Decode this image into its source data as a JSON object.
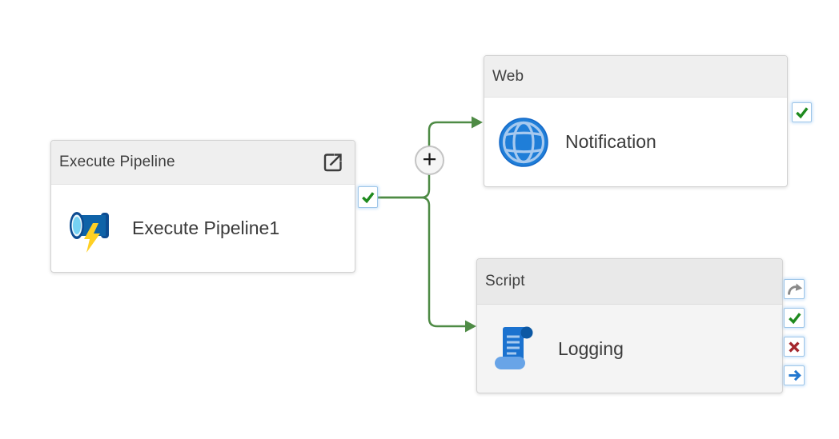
{
  "diagram": {
    "nodes": [
      {
        "type_label": "Execute Pipeline",
        "name": "Execute Pipeline1",
        "icon": "execute-pipeline-icon",
        "header_action_icon": "open-in-new-window-icon",
        "ports": [
          {
            "kind": "success",
            "icon": "check-icon"
          }
        ]
      },
      {
        "type_label": "Web",
        "name": "Notification",
        "icon": "globe-icon",
        "ports": [
          {
            "kind": "success",
            "icon": "check-icon"
          }
        ]
      },
      {
        "type_label": "Script",
        "name": "Logging",
        "icon": "script-scroll-icon",
        "ports": [
          {
            "kind": "skipped",
            "icon": "skip-curved-arrow-icon"
          },
          {
            "kind": "success",
            "icon": "check-icon"
          },
          {
            "kind": "failure",
            "icon": "x-icon"
          },
          {
            "kind": "completion",
            "icon": "arrow-right-icon"
          }
        ]
      }
    ],
    "add_activity_button": "+",
    "connections": [
      {
        "from": "Execute Pipeline1",
        "on": "success",
        "to": "Notification"
      },
      {
        "from": "Execute Pipeline1",
        "on": "success",
        "to": "Logging"
      }
    ]
  },
  "colors": {
    "connector": "#4e8b45",
    "success": "#1e8a1e",
    "failure": "#a4262c",
    "completion": "#2277cf",
    "skipped": "#8a8a8a",
    "icon_blue": "#1b72cf",
    "icon_blue_dark": "#0c58a4",
    "icon_blue_light": "#68a4e7",
    "icon_line_light": "#a6c9ef",
    "globe_blue": "#1f7ed8",
    "pipe_blue": "#0f63a8",
    "pipe_navy": "#0d4c92",
    "pipe_cyan": "#76d2f3",
    "bolt_yellow": "#ffd024",
    "header_bg": "#efefef",
    "header_bg_muted": "#e9e9e9",
    "body_bg_muted": "#f4f4f4",
    "node_border": "#d2d2d2",
    "port_border": "#9fc6e8",
    "text_header": "#3f3f3f",
    "text_label": "#3a3a3a",
    "link_icon": "#3c3c3c",
    "plus_border": "#c4c4c4",
    "plus_bg": "#f6f6f6"
  }
}
